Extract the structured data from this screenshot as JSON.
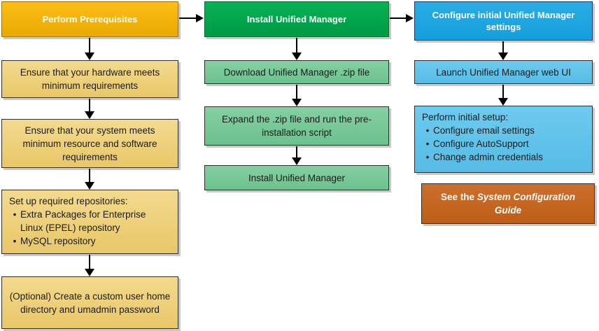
{
  "col1": {
    "header": "Perform Prerequisites",
    "box1": "Ensure that your hardware meets minimum requirements",
    "box2": "Ensure that your system meets minimum resource and software requirements",
    "box3_title": "Set up required repositories:",
    "box3_bullets": [
      "Extra Packages for Enterprise Linux (EPEL) repository",
      "MySQL repository"
    ],
    "box4": "(Optional) Create a custom user home directory and umadmin password"
  },
  "col2": {
    "header": "Install Unified Manager",
    "box1": "Download Unified Manager .zip file",
    "box2": "Expand the .zip file and run the pre-installation script",
    "box3": "Install Unified Manager"
  },
  "col3": {
    "header": "Configure initial Unified Manager settings",
    "box1": "Launch Unified Manager web UI",
    "box2_title": "Perform initial setup:",
    "box2_bullets": [
      "Configure email settings",
      "Configure AutoSupport",
      "Change admin credentials"
    ],
    "note_prefix": "See the ",
    "note_italic": "System Configuration Guide"
  },
  "colors": {
    "header_gold_top": "#FBBE17",
    "header_gold_bottom": "#EAA900",
    "header_green_top": "#06B253",
    "header_green_bottom": "#009A45",
    "header_blue_top": "#2BACE4",
    "header_blue_bottom": "#149FDC",
    "step_yellow": "#EDCF7D",
    "step_green": "#79C897",
    "step_blue": "#62C4EA",
    "note_orange": "#C66621",
    "arrow": "#000000",
    "body_text": "#1B1B1B",
    "header_text": "#FFFFFF"
  }
}
